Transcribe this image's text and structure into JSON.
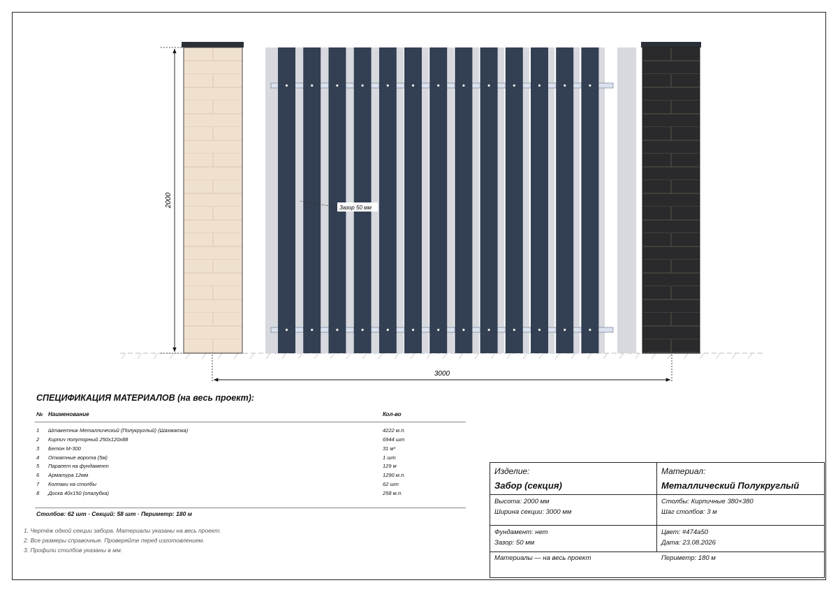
{
  "dimensions": {
    "height": "2000",
    "width": "3000"
  },
  "gap_callout": "Зазор 50 мм",
  "colors": {
    "picket": "#333f52",
    "left_pillar": "#f0e1cf",
    "right_pillar": "#2a2a2c",
    "cap": "#2b3038",
    "light_gap": "#d7d9de",
    "rail": "#dbe2ee"
  },
  "spec": {
    "title": "СПЕЦИФИКАЦИЯ МАТЕРИАЛОВ (на весь проект):",
    "col_no": "№",
    "col_name": "Наименование",
    "col_qty": "Кол-во",
    "rows": [
      {
        "no": "1",
        "name": "Штакетник Металлический (Полукруглый) (Шахматка)",
        "qty": "4222 м.п."
      },
      {
        "no": "2",
        "name": "Кирпич полуторный 250х120х88",
        "qty": "6944 шт"
      },
      {
        "no": "3",
        "name": "Бетон М-300",
        "qty": "31 м³"
      },
      {
        "no": "4",
        "name": "Откатные ворота (5м)",
        "qty": "1 шт"
      },
      {
        "no": "5",
        "name": "Парапет на фундамент",
        "qty": "129 м"
      },
      {
        "no": "6",
        "name": "Арматура 12мм",
        "qty": "1290 м.п."
      },
      {
        "no": "7",
        "name": "Колпаки на столбы",
        "qty": "62 шт"
      },
      {
        "no": "8",
        "name": "Доска 40х150 (опалубка)",
        "qty": "258 м.п."
      }
    ],
    "summary": "Столбов: 62 шт · Секций: 58 шт · Периметр: 180 м"
  },
  "notes": [
    "1. Чертёж одной секции забора. Материалы указаны на весь проект.",
    "2. Все размеры справочные. Проверяйте перед изготовлением.",
    "3. Профили столбов указаны в мм."
  ],
  "title_block": {
    "product_label": "Изделие:",
    "product": "Забор (секция)",
    "material_label": "Материал:",
    "material": "Металлический Полукруглый",
    "height": "Высота: 2000 мм",
    "section_width": "Ширина секции: 3000 мм",
    "pillars": "Столбы: Кирпичные 380×380",
    "pillar_step": "Шаг столбов: 3 м",
    "foundation": "Фундамент: нет",
    "gap": "Зазор: 50 мм",
    "color": "Цвет: #474a50",
    "date": "Дата: 23.08.2026",
    "materials_note": "Материалы — на весь проект",
    "perimeter": "Периметр: 180 м"
  }
}
